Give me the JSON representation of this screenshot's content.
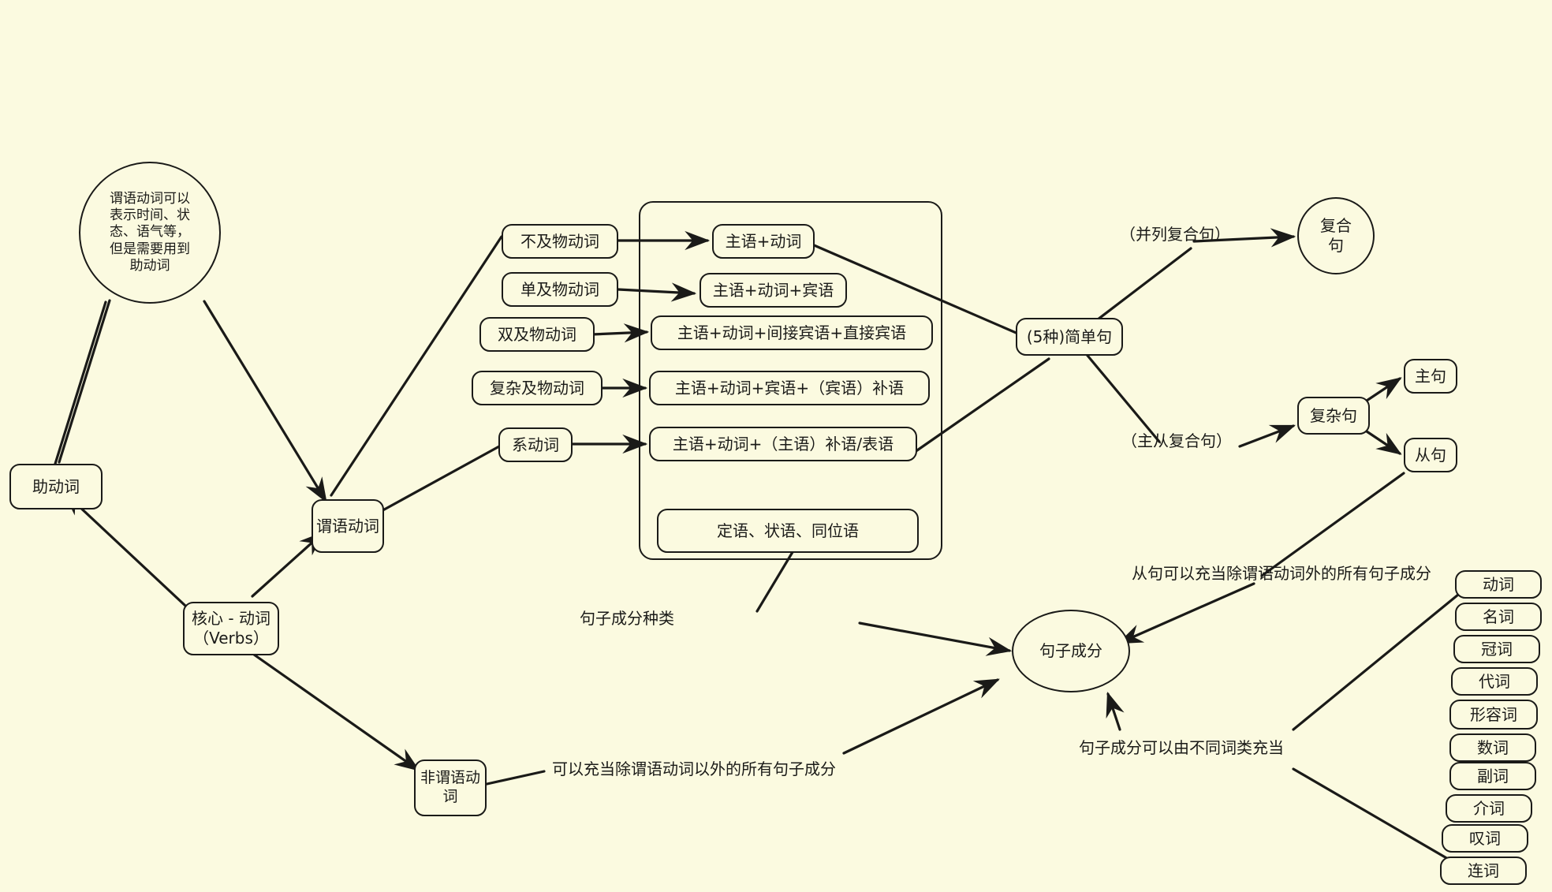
{
  "diagram": {
    "title_note": "English grammar mind map (Chinese)",
    "background_color": "#fbfae0",
    "stroke_color": "#1a1a18"
  },
  "nodes": {
    "predicate_note_circle": "谓语动词可以表示时间、状态、语气等，但是需要用到助动词",
    "predicate_note_lines": [
      "谓语动词可以",
      "表示时间、状",
      "态、语气等，",
      "但是需要用到",
      "助动词"
    ],
    "auxiliary_verb": "助动词",
    "core_verbs_lines": [
      "核心 - 动词",
      "（Verbs）"
    ],
    "predicate_verb": "谓语动词",
    "non_predicate_verb_lines": [
      "非谓语动",
      "词"
    ],
    "verb_types": [
      "不及物动词",
      "单及物动词",
      "双及物动词",
      "复杂及物动词",
      "系动词"
    ],
    "sentence_patterns": [
      "主语+动词",
      "主语+动词+宾语",
      "主语+动词+间接宾语+直接宾语",
      "主语+动词+宾语+（宾语）补语",
      "主语+动词+（主语）补语/表语"
    ],
    "sentence_elements_box": "定语、状语、同位语",
    "simple_sentence": "(5种)简单句",
    "compound_sentence_lines": [
      "复合",
      "句"
    ],
    "complex_sentence": "复杂句",
    "main_clause": "主句",
    "subordinate_clause": "从句",
    "sentence_components": "句子成分"
  },
  "edge_labels": {
    "coordinate_compound": "（并列复合句）",
    "subordinate_compound": "（主从复合句）",
    "clause_can_serve": "从句可以充当除谓语动词外的所有句子成分",
    "components_kinds": "句子成分种类",
    "components_by_word_classes": "句子成分可以由不同词类充当",
    "nonfinite_can_serve": "可以充当除谓语动词以外的所有句子成分"
  },
  "word_classes": [
    "动词",
    "名词",
    "冠词",
    "代词",
    "形容词",
    "数词",
    "副词",
    "介词",
    "叹词",
    "连词"
  ]
}
